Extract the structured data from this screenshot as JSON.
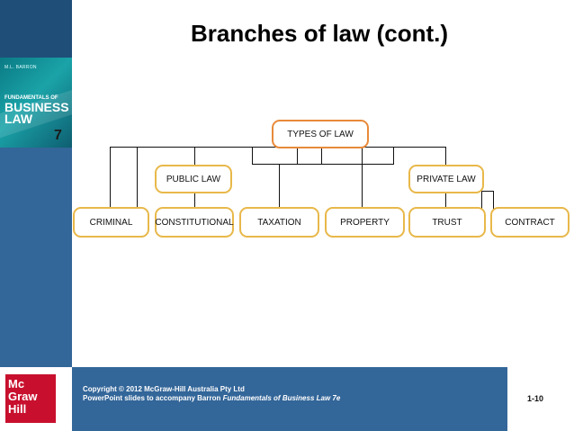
{
  "title": "Branches of law (cont.)",
  "book_cover": {
    "author": "M.L. BARRON",
    "title_line1": "FUNDAMENTALS OF",
    "title_line2": "BUSINESS",
    "title_line3": "LAW",
    "edition": "7"
  },
  "diagram": {
    "root": "TYPES OF LAW",
    "groups": [
      "PUBLIC LAW",
      "PRIVATE LAW"
    ],
    "leaves": [
      "CRIMINAL",
      "CONSTITUTIONAL",
      "TAXATION",
      "PROPERTY",
      "TRUST",
      "CONTRACT"
    ]
  },
  "footer": {
    "logo": [
      "Mc",
      "Graw",
      "Hill"
    ],
    "copyright_line1": "Copyright © 2012 McGraw-Hill Australia Pty Ltd",
    "copyright_line2_prefix": "PowerPoint slides to accompany Barron ",
    "copyright_line2_italic": "Fundamentals of Business Law 7e",
    "slide_number": "1-10"
  },
  "colors": {
    "sidebar": "#336699",
    "node_border": "#e8b84a",
    "root_border": "#e88a3a",
    "logo_red": "#c8102e"
  }
}
